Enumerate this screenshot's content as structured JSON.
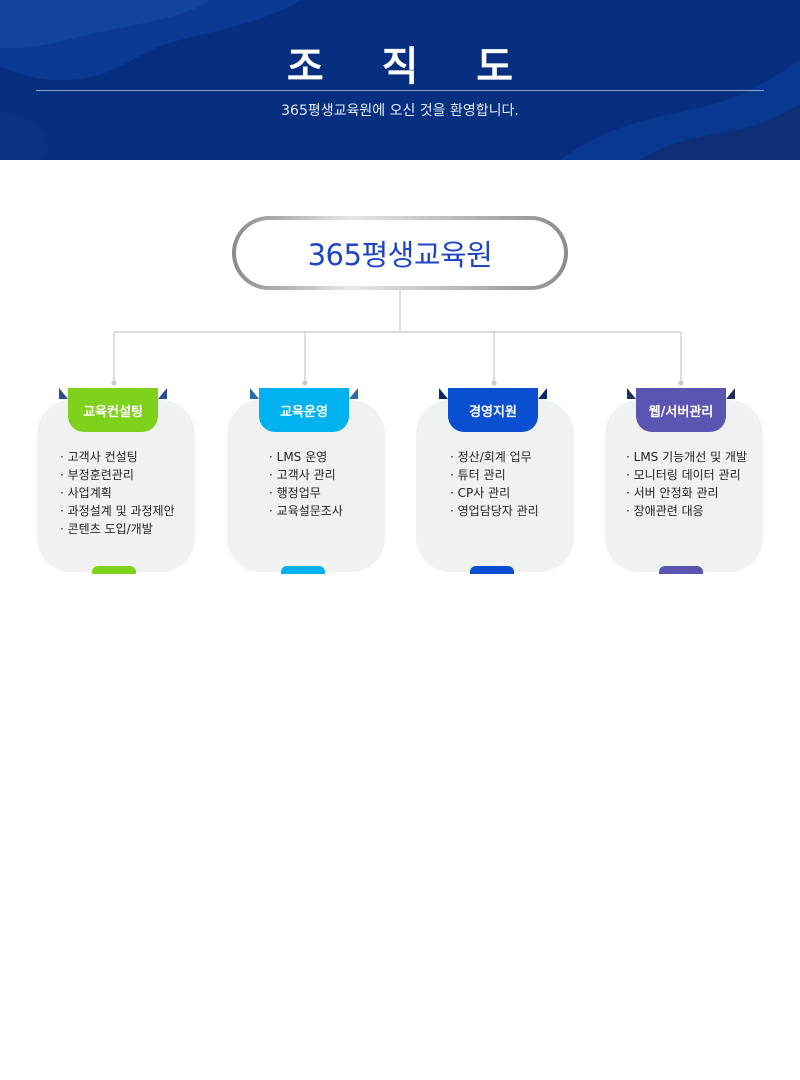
{
  "header": {
    "title": "조 직 도",
    "subtitle": "365평생교육원에 오신 것을 환영합니다."
  },
  "root": {
    "label": "365평생교육원"
  },
  "departments": [
    {
      "name": "교육컨설팅",
      "color": "#7fd21b",
      "ear_color": "#2c4f8f",
      "items": [
        "· 고객사 컨설팅",
        "· 부정훈련관리",
        "· 사업계획",
        "· 과정설계 및 과정제안",
        "· 콘텐츠 도입/개발"
      ]
    },
    {
      "name": "교육운영",
      "color": "#00b3f0",
      "ear_color": "#2d6aa8",
      "items": [
        "· LMS 운영",
        "· 고객사 관리",
        "· 행정업무",
        "· 교육설문조사"
      ]
    },
    {
      "name": "경영지원",
      "color": "#0a4fd0",
      "ear_color": "#0b2a6b",
      "items": [
        "· 정산/회계 업무",
        "· 튜터 관리",
        "· CP사 관리",
        "· 영업담당자 관리"
      ]
    },
    {
      "name": "웹/서버관리",
      "color": "#5a55b0",
      "ear_color": "#22305e",
      "items": [
        "· LMS 기능개선 및 개발",
        "· 모니터링 데이터 관리",
        "· 서버 안정화 관리",
        "· 장애관련 대응"
      ]
    }
  ]
}
